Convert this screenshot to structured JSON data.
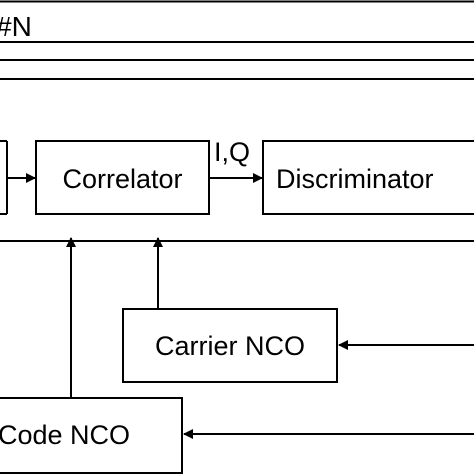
{
  "labels": {
    "channel": "#N",
    "correlator": "Correlator",
    "iq": "I,Q",
    "discriminator": "Discriminator",
    "carrier_nco": "Carrier NCO",
    "code_nco": "Code NCO"
  },
  "colors": {
    "stroke": "#000000",
    "background": "#ffffff"
  }
}
